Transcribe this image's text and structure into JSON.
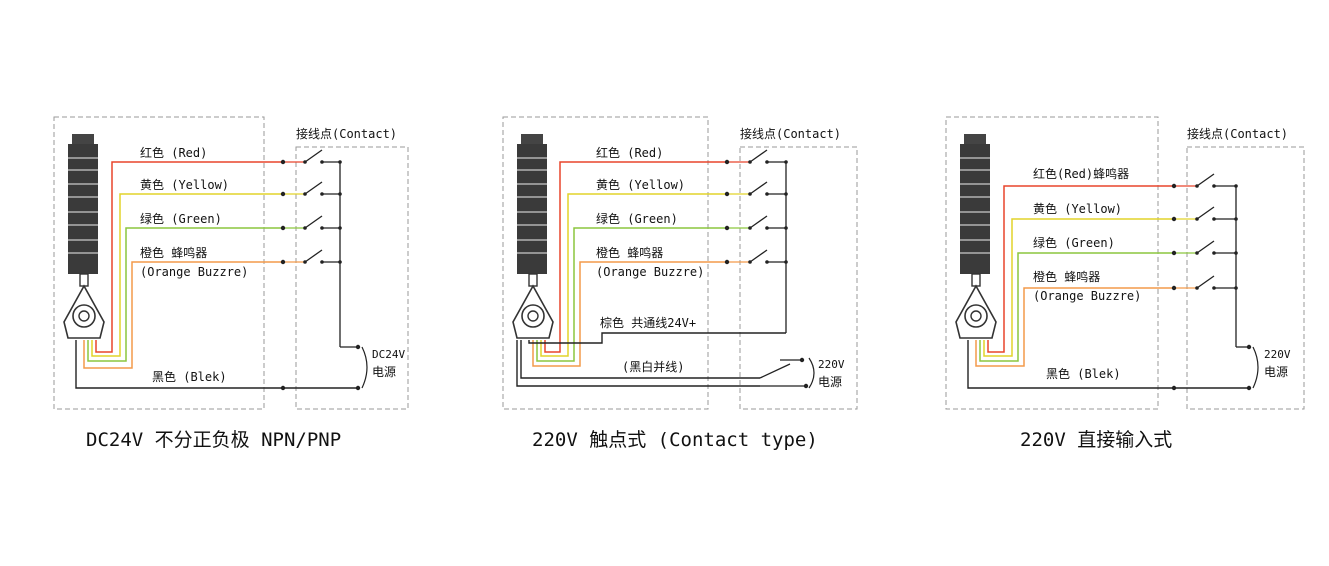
{
  "colors": {
    "red": "#e8452c",
    "yellow": "#e2d32a",
    "green": "#8cc63f",
    "orange": "#f39a4a",
    "black": "#222222"
  },
  "panels": [
    {
      "caption": "DC24V 不分正负极 NPN/PNP",
      "contact_label": "接线点(Contact)",
      "wires": {
        "red": "红色 (Red)",
        "yellow": "黄色 (Yellow)",
        "green": "绿色 (Green)",
        "orange_1": "橙色 蜂鸣器",
        "orange_2": "(Orange Buzzre)",
        "black": "黑色  (Blek)"
      },
      "power_1": "DC24V",
      "power_2": "电源"
    },
    {
      "caption": "220V 触点式  (Contact type)",
      "contact_label": "接线点(Contact)",
      "wires": {
        "red": "红色 (Red)",
        "yellow": "黄色 (Yellow)",
        "green": "绿色 (Green)",
        "orange_1": "橙色 蜂鸣器",
        "orange_2": "(Orange Buzzre)",
        "brown": "棕色 共通线24V+",
        "bw": "(黑白并线)"
      },
      "power_1": "220V",
      "power_2": "电源"
    },
    {
      "caption": "220V 直接输入式",
      "contact_label": "接线点(Contact)",
      "wires": {
        "red": "红色(Red)蜂鸣器",
        "yellow": "黄色 (Yellow)",
        "green": "绿色 (Green)",
        "orange_1": "橙色 蜂鸣器",
        "orange_2": "(Orange Buzzre)",
        "black": "黑色  (Blek)"
      },
      "power_1": "220V",
      "power_2": "电源"
    }
  ]
}
